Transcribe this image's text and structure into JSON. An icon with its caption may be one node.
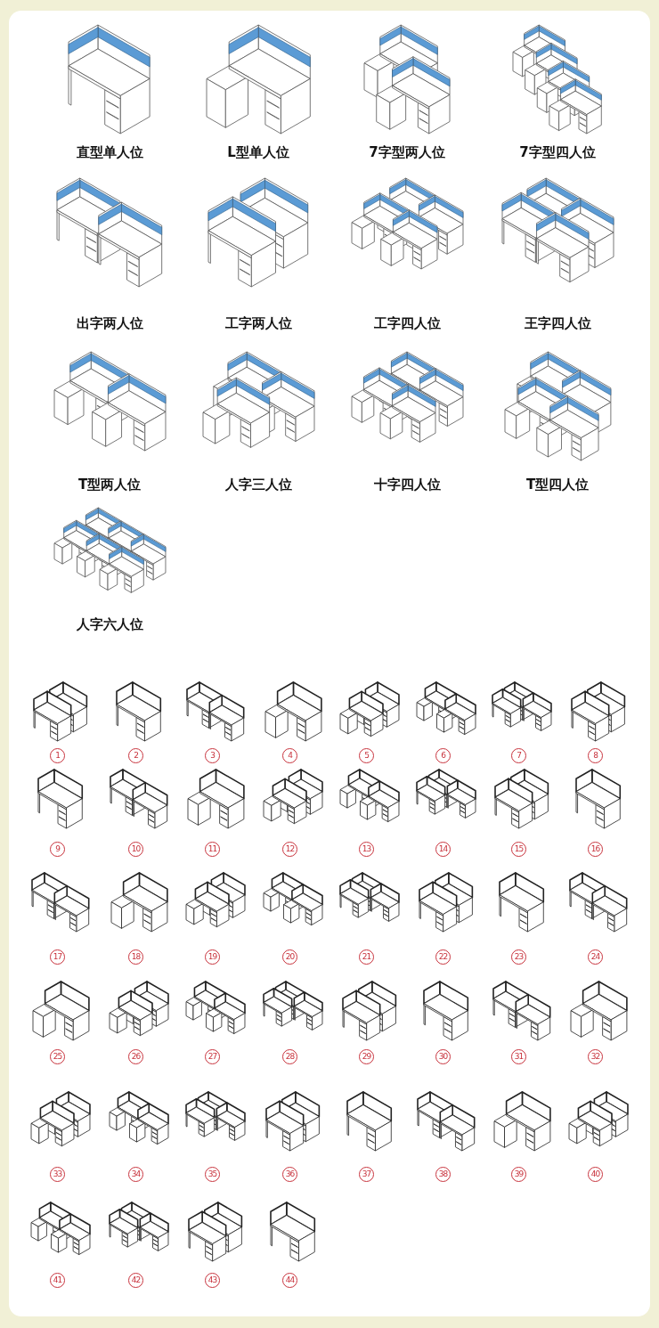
{
  "diagram": {
    "labels": [
      "直型单人位",
      "L型单人位",
      "7字型两人位",
      "7字型四人位",
      "出字两人位",
      "工字两人位",
      "工字四人位",
      "王字四人位",
      "T型两人位",
      "人字三人位",
      "十字四人位",
      "T型四人位",
      "人字六人位",
      "1",
      "2",
      "3",
      "4",
      "5",
      "6",
      "7",
      "8",
      "9",
      "10",
      "11",
      "12",
      "13",
      "14",
      "15",
      "16",
      "17",
      "18",
      "19",
      "20",
      "21",
      "22",
      "23",
      "24",
      "25",
      "26",
      "27",
      "28",
      "29",
      "30",
      "31",
      "32",
      "33",
      "34",
      "35",
      "36",
      "37",
      "38",
      "39",
      "40",
      "41",
      "42",
      "43",
      "44"
    ]
  }
}
